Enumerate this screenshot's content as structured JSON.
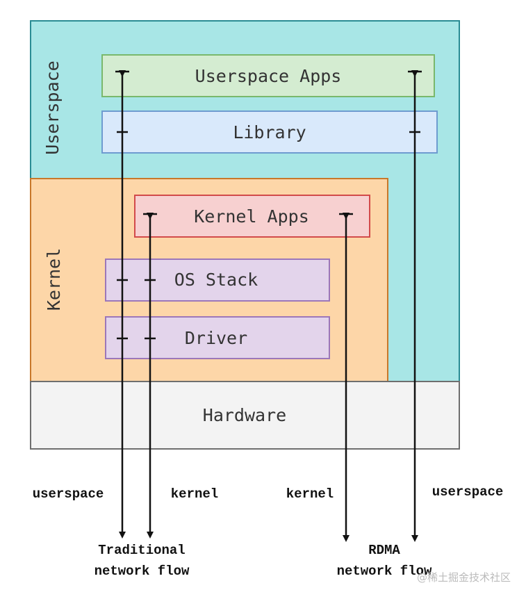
{
  "layers": {
    "userspace_label": "Userspace",
    "kernel_label": "Kernel",
    "hardware_label": "Hardware"
  },
  "boxes": {
    "userspace_apps": "Userspace Apps",
    "library": "Library",
    "kernel_apps": "Kernel Apps",
    "os_stack": "OS Stack",
    "driver": "Driver"
  },
  "flows": {
    "traditional": {
      "userspace_label": "userspace",
      "kernel_label": "kernel",
      "title_line1": "Traditional",
      "title_line2": "network flow"
    },
    "rdma": {
      "kernel_label": "kernel",
      "userspace_label": "userspace",
      "title_line1": "RDMA",
      "title_line2": "network flow"
    }
  },
  "watermark": "@稀土掘金技术社区",
  "colors": {
    "userspace_fill": "#a8e6e6",
    "userspace_border": "#2a8c94",
    "kernel_fill": "#fdd6a8",
    "kernel_border": "#c8782a",
    "hardware_fill": "#f3f3f3",
    "hardware_border": "#6e6e6e",
    "userspace_apps_fill": "#d4ecd1",
    "userspace_apps_border": "#79b86c",
    "library_fill": "#d9e9fb",
    "library_border": "#6e9bd0",
    "kernel_apps_fill": "#f7d0d0",
    "kernel_apps_border": "#d24a4a",
    "stack_fill": "#e3d4eb",
    "stack_border": "#9c77b9"
  }
}
